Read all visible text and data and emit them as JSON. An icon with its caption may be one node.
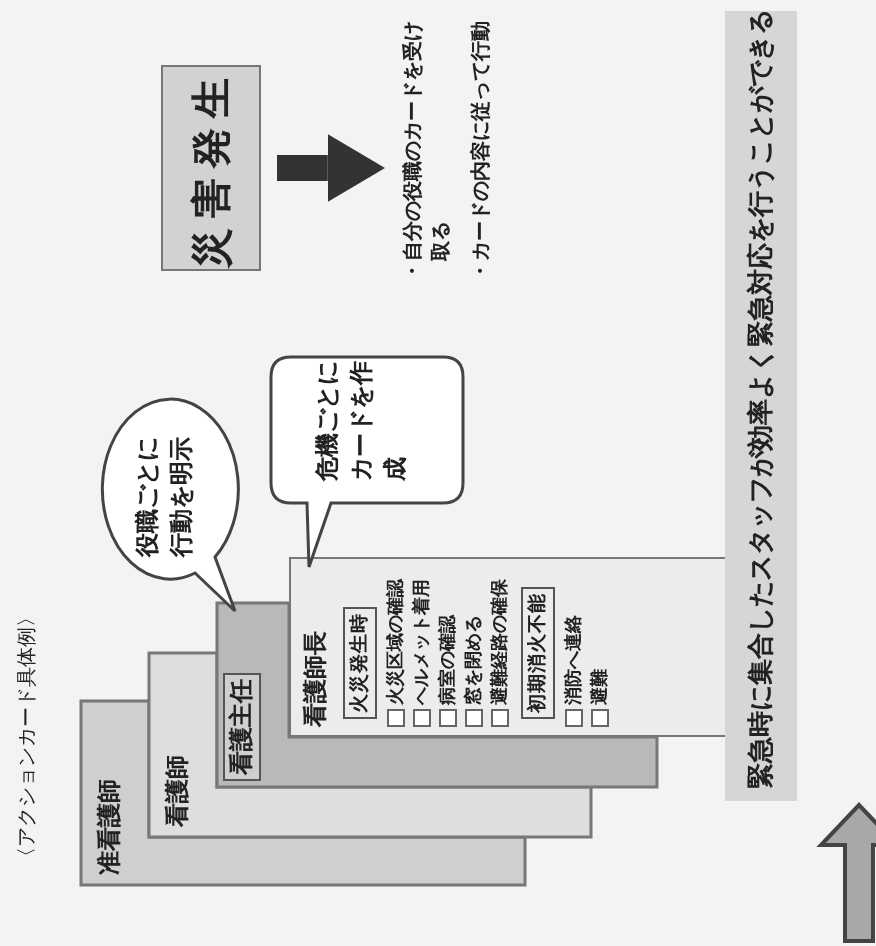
{
  "diagram": {
    "title": "〈アクションカード具体例〉",
    "nodes": [
      {
        "text": [
          "准看護師"
        ]
      },
      {
        "text": [
          "看護師"
        ]
      },
      {
        "text": [
          "看護主任"
        ]
      },
      {
        "text": [
          "看護師長",
          "火災区域の確認",
          "ヘルメット着用",
          "病室の確認",
          "窓を閉める",
          "避難経路の確保",
          "消防へ連絡",
          "避難"
        ]
      },
      {
        "text": [
          "火災発生時"
        ],
        "in": 3
      },
      {
        "text": [
          "初期消火不能"
        ],
        "in": 3
      },
      {
        "text": [
          "役職ごとに行動を明示"
        ]
      },
      {
        "text": [
          "危機ごとにカードを作成"
        ]
      },
      {
        "text": [
          "災害発生"
        ]
      },
      {
        "text": [
          "・自分の役職のカードを受け取る",
          "・カードの内容に従って行動"
        ]
      },
      {
        "text": [
          "緊急時に集合したスタッフが効率よく緊急対応を行うことができる"
        ]
      }
    ],
    "edges": [
      {
        "from": 8,
        "to": 9,
        "arrow": "to"
      },
      {
        "from": null,
        "to": 10,
        "arrow": "to"
      }
    ]
  }
}
